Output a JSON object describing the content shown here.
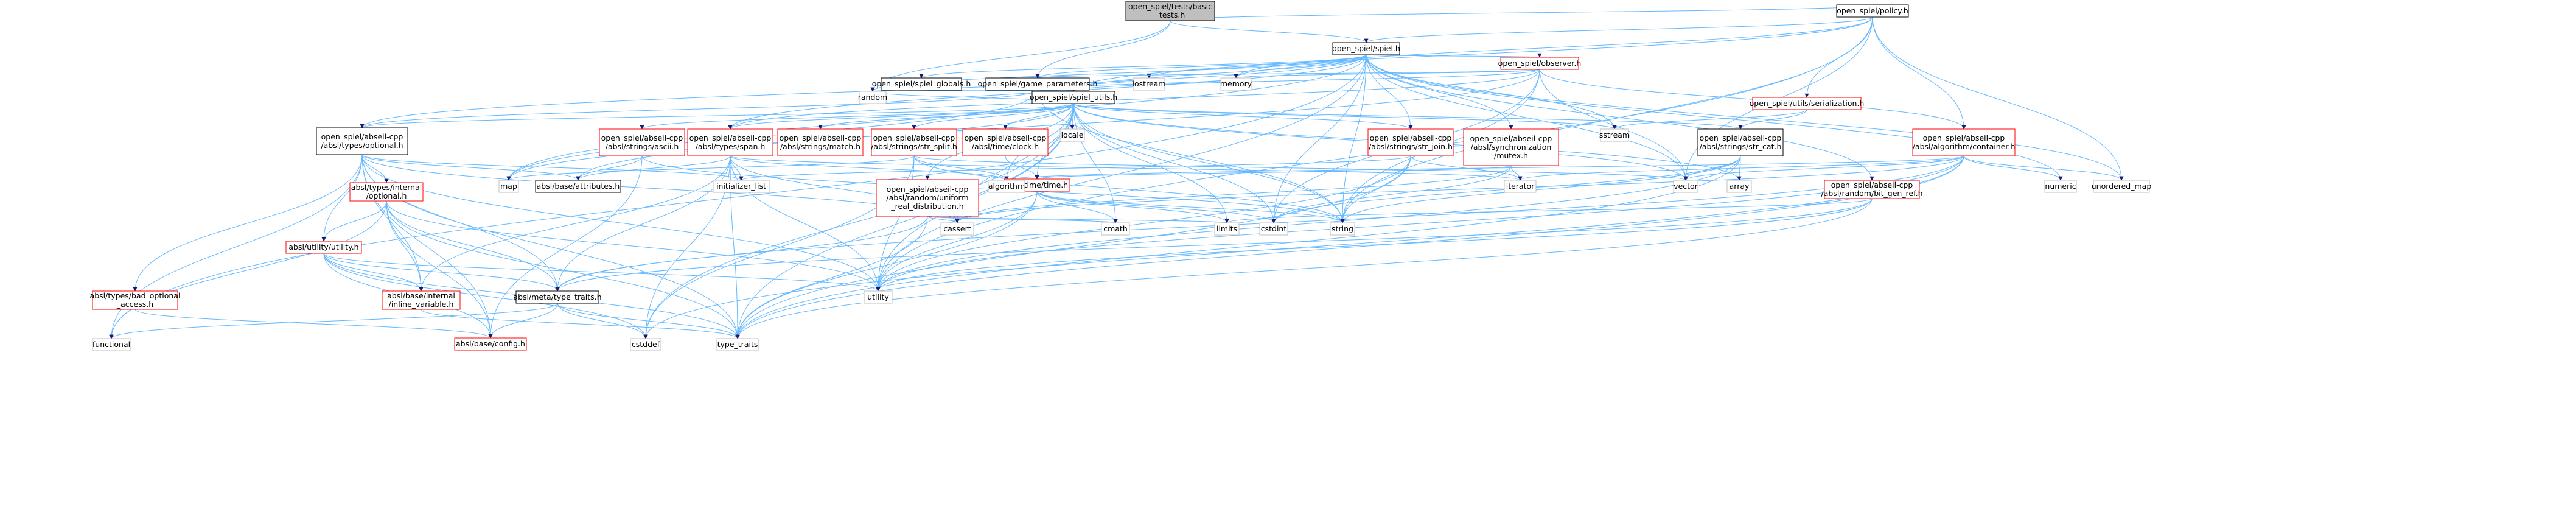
{
  "nodes": [
    {
      "id": "n0",
      "label": [
        "open_spiel/tests/basic",
        "_tests.h"
      ],
      "kind": "root"
    },
    {
      "id": "n1",
      "label": [
        "open_spiel/policy.h"
      ],
      "kind": "local"
    },
    {
      "id": "n2",
      "label": [
        "open_spiel/spiel.h"
      ],
      "kind": "local"
    },
    {
      "id": "n3",
      "label": [
        "open_spiel/observer.h"
      ],
      "kind": "red"
    },
    {
      "id": "n4",
      "label": [
        "open_spiel/game_parameters.h"
      ],
      "kind": "local"
    },
    {
      "id": "n5",
      "label": [
        "open_spiel/spiel_globals.h"
      ],
      "kind": "local"
    },
    {
      "id": "n6",
      "label": [
        "open_spiel/spiel_utils.h"
      ],
      "kind": "local"
    },
    {
      "id": "n7",
      "label": [
        "open_spiel/utils/serialization.h"
      ],
      "kind": "red"
    },
    {
      "id": "n8",
      "label": [
        "open_spiel/abseil-cpp",
        "/absl/algorithm/container.h"
      ],
      "kind": "red"
    },
    {
      "id": "n9",
      "label": [
        "open_spiel/abseil-cpp",
        "/absl/types/optional.h"
      ],
      "kind": "local"
    },
    {
      "id": "n10",
      "label": [
        "open_spiel/abseil-cpp",
        "/absl/strings/ascii.h"
      ],
      "kind": "red"
    },
    {
      "id": "n11",
      "label": [
        "open_spiel/abseil-cpp",
        "/absl/types/span.h"
      ],
      "kind": "red"
    },
    {
      "id": "n12",
      "label": [
        "open_spiel/abseil-cpp",
        "/absl/strings/match.h"
      ],
      "kind": "red"
    },
    {
      "id": "n13",
      "label": [
        "open_spiel/abseil-cpp",
        "/absl/strings/str_split.h"
      ],
      "kind": "red"
    },
    {
      "id": "n14",
      "label": [
        "open_spiel/abseil-cpp",
        "/absl/time/clock.h"
      ],
      "kind": "red"
    },
    {
      "id": "n15",
      "label": [
        "open_spiel/abseil-cpp",
        "/absl/strings/str_join.h"
      ],
      "kind": "red"
    },
    {
      "id": "n16",
      "label": [
        "open_spiel/abseil-cpp",
        "/absl/synchronization",
        "/mutex.h"
      ],
      "kind": "red"
    },
    {
      "id": "n17",
      "label": [
        "open_spiel/abseil-cpp",
        "/absl/strings/str_cat.h"
      ],
      "kind": "local"
    },
    {
      "id": "n18",
      "label": [
        "absl/types/internal",
        "/optional.h"
      ],
      "kind": "red"
    },
    {
      "id": "n19",
      "label": [
        "absl/base/attributes.h"
      ],
      "kind": "local"
    },
    {
      "id": "n20",
      "label": [
        "open_spiel/abseil-cpp",
        "/absl/random/uniform",
        "_real_distribution.h"
      ],
      "kind": "red"
    },
    {
      "id": "n21",
      "label": [
        "absl/time/time.h"
      ],
      "kind": "red"
    },
    {
      "id": "n22",
      "label": [
        "open_spiel/abseil-cpp",
        "/absl/random/bit_gen_ref.h"
      ],
      "kind": "red"
    },
    {
      "id": "n23",
      "label": [
        "absl/utility/utility.h"
      ],
      "kind": "red"
    },
    {
      "id": "n24",
      "label": [
        "absl/types/bad_optional",
        "_access.h"
      ],
      "kind": "red"
    },
    {
      "id": "n25",
      "label": [
        "absl/base/internal",
        "/inline_variable.h"
      ],
      "kind": "red"
    },
    {
      "id": "n26",
      "label": [
        "absl/meta/type_traits.h"
      ],
      "kind": "local"
    },
    {
      "id": "n27",
      "label": [
        "absl/base/config.h"
      ],
      "kind": "red"
    },
    {
      "id": "s_random",
      "label": [
        "random"
      ],
      "kind": "sys"
    },
    {
      "id": "s_memory",
      "label": [
        "memory"
      ],
      "kind": "sys"
    },
    {
      "id": "s_iostream",
      "label": [
        "iostream"
      ],
      "kind": "sys"
    },
    {
      "id": "s_locale",
      "label": [
        "locale"
      ],
      "kind": "sys"
    },
    {
      "id": "s_sstream",
      "label": [
        "sstream"
      ],
      "kind": "sys"
    },
    {
      "id": "s_array",
      "label": [
        "array"
      ],
      "kind": "sys"
    },
    {
      "id": "s_vector",
      "label": [
        "vector"
      ],
      "kind": "sys"
    },
    {
      "id": "s_iterator",
      "label": [
        "iterator"
      ],
      "kind": "sys"
    },
    {
      "id": "s_numeric",
      "label": [
        "numeric"
      ],
      "kind": "sys"
    },
    {
      "id": "s_unordered_map",
      "label": [
        "unordered_map"
      ],
      "kind": "sys"
    },
    {
      "id": "s_map",
      "label": [
        "map"
      ],
      "kind": "sys"
    },
    {
      "id": "s_initializer_list",
      "label": [
        "initializer_list"
      ],
      "kind": "sys"
    },
    {
      "id": "s_algorithm",
      "label": [
        "algorithm"
      ],
      "kind": "sys"
    },
    {
      "id": "s_cassert",
      "label": [
        "cassert"
      ],
      "kind": "sys"
    },
    {
      "id": "s_cmath",
      "label": [
        "cmath"
      ],
      "kind": "sys"
    },
    {
      "id": "s_limits",
      "label": [
        "limits"
      ],
      "kind": "sys"
    },
    {
      "id": "s_cstdint",
      "label": [
        "cstdint"
      ],
      "kind": "sys"
    },
    {
      "id": "s_string",
      "label": [
        "string"
      ],
      "kind": "sys"
    },
    {
      "id": "s_utility",
      "label": [
        "utility"
      ],
      "kind": "sys"
    },
    {
      "id": "s_functional",
      "label": [
        "functional"
      ],
      "kind": "sys"
    },
    {
      "id": "s_cstddef",
      "label": [
        "cstddef"
      ],
      "kind": "sys"
    },
    {
      "id": "s_type_traits",
      "label": [
        "type_traits"
      ],
      "kind": "sys"
    }
  ],
  "edges": [
    [
      "n0",
      "n1"
    ],
    [
      "n0",
      "n2"
    ],
    [
      "n0",
      "n4"
    ],
    [
      "n0",
      "s_random"
    ],
    [
      "n1",
      "n2"
    ],
    [
      "n1",
      "s_memory"
    ],
    [
      "n1",
      "s_unordered_map"
    ],
    [
      "n1",
      "s_string"
    ],
    [
      "n1",
      "s_utility"
    ],
    [
      "n1",
      "s_vector"
    ],
    [
      "n1",
      "n6"
    ],
    [
      "n1",
      "n7"
    ],
    [
      "n1",
      "n8"
    ],
    [
      "n2",
      "n3"
    ],
    [
      "n2",
      "n4"
    ],
    [
      "n2",
      "n5"
    ],
    [
      "n2",
      "n6"
    ],
    [
      "n2",
      "n9"
    ],
    [
      "n2",
      "n11"
    ],
    [
      "n2",
      "n15"
    ],
    [
      "n2",
      "n16"
    ],
    [
      "n2",
      "n22"
    ],
    [
      "n2",
      "s_random"
    ],
    [
      "n2",
      "s_memory"
    ],
    [
      "n2",
      "s_iostream"
    ],
    [
      "n2",
      "s_sstream"
    ],
    [
      "n2",
      "s_string"
    ],
    [
      "n2",
      "s_vector"
    ],
    [
      "n2",
      "s_unordered_map"
    ],
    [
      "n2",
      "s_map"
    ],
    [
      "n2",
      "s_functional"
    ],
    [
      "n2",
      "s_cstdint"
    ],
    [
      "n2",
      "s_numeric"
    ],
    [
      "n2",
      "s_utility"
    ],
    [
      "n3",
      "n4"
    ],
    [
      "n3",
      "n6"
    ],
    [
      "n3",
      "n8"
    ],
    [
      "n3",
      "n19"
    ],
    [
      "n3",
      "n11"
    ],
    [
      "n3",
      "s_memory"
    ],
    [
      "n3",
      "s_string"
    ],
    [
      "n3",
      "s_vector"
    ],
    [
      "n3",
      "s_cstdint"
    ],
    [
      "n4",
      "n6"
    ],
    [
      "n4",
      "n9"
    ],
    [
      "n4",
      "s_map"
    ],
    [
      "n4",
      "s_memory"
    ],
    [
      "n4",
      "s_iostream"
    ],
    [
      "n4",
      "s_string"
    ],
    [
      "n4",
      "s_random"
    ],
    [
      "n5",
      "n6"
    ],
    [
      "n6",
      "n9"
    ],
    [
      "n6",
      "n10"
    ],
    [
      "n6",
      "n11"
    ],
    [
      "n6",
      "n12"
    ],
    [
      "n6",
      "n13"
    ],
    [
      "n6",
      "n14"
    ],
    [
      "n6",
      "n15"
    ],
    [
      "n6",
      "n17"
    ],
    [
      "n6",
      "n20"
    ],
    [
      "n6",
      "n21"
    ],
    [
      "n6",
      "s_random"
    ],
    [
      "n6",
      "s_locale"
    ],
    [
      "n6",
      "s_sstream"
    ],
    [
      "n6",
      "s_array"
    ],
    [
      "n6",
      "s_vector"
    ],
    [
      "n6",
      "s_algorithm"
    ],
    [
      "n6",
      "s_cassert"
    ],
    [
      "n6",
      "s_cmath"
    ],
    [
      "n6",
      "s_limits"
    ],
    [
      "n6",
      "s_cstdint"
    ],
    [
      "n6",
      "s_string"
    ],
    [
      "n6",
      "s_utility"
    ],
    [
      "n6",
      "s_cstddef"
    ],
    [
      "n6",
      "s_type_traits"
    ],
    [
      "n6",
      "s_map"
    ],
    [
      "n7",
      "n17"
    ],
    [
      "n7",
      "s_sstream"
    ],
    [
      "n8",
      "s_algorithm"
    ],
    [
      "n8",
      "s_cassert"
    ],
    [
      "n8",
      "s_iterator"
    ],
    [
      "n8",
      "s_numeric"
    ],
    [
      "n8",
      "s_unordered_map"
    ],
    [
      "n8",
      "s_type_traits"
    ],
    [
      "n8",
      "s_utility"
    ],
    [
      "n8",
      "s_vector"
    ],
    [
      "n8",
      "s_cstddef"
    ],
    [
      "n8",
      "n26"
    ],
    [
      "n9",
      "n18"
    ],
    [
      "n9",
      "n19"
    ],
    [
      "n9",
      "n23"
    ],
    [
      "n9",
      "n24"
    ],
    [
      "n9",
      "n25"
    ],
    [
      "n9",
      "n26"
    ],
    [
      "n9",
      "n27"
    ],
    [
      "n9",
      "s_initializer_list"
    ],
    [
      "n9",
      "s_functional"
    ],
    [
      "n9",
      "s_type_traits"
    ],
    [
      "n9",
      "s_utility"
    ],
    [
      "n9",
      "s_cassert"
    ],
    [
      "n10",
      "n19"
    ],
    [
      "n10",
      "s_string"
    ],
    [
      "n10",
      "n27"
    ],
    [
      "n11",
      "n19"
    ],
    [
      "n11",
      "n26"
    ],
    [
      "n11",
      "s_algorithm"
    ],
    [
      "n11",
      "s_cassert"
    ],
    [
      "n11",
      "s_cstddef"
    ],
    [
      "n11",
      "s_initializer_list"
    ],
    [
      "n11",
      "s_iterator"
    ],
    [
      "n11",
      "s_type_traits"
    ],
    [
      "n11",
      "s_utility"
    ],
    [
      "n11",
      "n25"
    ],
    [
      "n13",
      "s_algorithm"
    ],
    [
      "n13",
      "s_map"
    ],
    [
      "n13",
      "s_string"
    ],
    [
      "n13",
      "s_utility"
    ],
    [
      "n13",
      "s_vector"
    ],
    [
      "n13",
      "s_cstddef"
    ],
    [
      "n14",
      "n21"
    ],
    [
      "n15",
      "s_iterator"
    ],
    [
      "n15",
      "s_string"
    ],
    [
      "n15",
      "s_type_traits"
    ],
    [
      "n15",
      "s_utility"
    ],
    [
      "n15",
      "s_initializer_list"
    ],
    [
      "n16",
      "s_iterator"
    ],
    [
      "n16",
      "n21"
    ],
    [
      "n16",
      "s_cstdint"
    ],
    [
      "n16",
      "s_cassert"
    ],
    [
      "n17",
      "s_array"
    ],
    [
      "n17",
      "s_vector"
    ],
    [
      "n17",
      "s_string"
    ],
    [
      "n17",
      "s_cstdint"
    ],
    [
      "n17",
      "s_type_traits"
    ],
    [
      "n17",
      "s_utility"
    ],
    [
      "n18",
      "n23"
    ],
    [
      "n18",
      "n25"
    ],
    [
      "n18",
      "n26"
    ],
    [
      "n18",
      "s_functional"
    ],
    [
      "n18",
      "s_type_traits"
    ],
    [
      "n18",
      "s_utility"
    ],
    [
      "n18",
      "n27"
    ],
    [
      "n20",
      "s_cassert"
    ],
    [
      "n20",
      "s_cmath"
    ],
    [
      "n20",
      "s_limits"
    ],
    [
      "n20",
      "s_type_traits"
    ],
    [
      "n20",
      "n26"
    ],
    [
      "n21",
      "s_cmath"
    ],
    [
      "n21",
      "s_limits"
    ],
    [
      "n21",
      "s_cstdint"
    ],
    [
      "n21",
      "s_string"
    ],
    [
      "n21",
      "s_type_traits"
    ],
    [
      "n21",
      "s_utility"
    ],
    [
      "n22",
      "s_limits"
    ],
    [
      "n22",
      "s_type_traits"
    ],
    [
      "n22",
      "s_utility"
    ],
    [
      "n22",
      "n26"
    ],
    [
      "n23",
      "s_cstddef"
    ],
    [
      "n23",
      "s_type_traits"
    ],
    [
      "n23",
      "s_utility"
    ],
    [
      "n23",
      "n25"
    ],
    [
      "n23",
      "n26"
    ],
    [
      "n23",
      "n27"
    ],
    [
      "n24",
      "n27"
    ],
    [
      "n25",
      "s_type_traits"
    ],
    [
      "n26",
      "s_cstddef"
    ],
    [
      "n26",
      "s_functional"
    ],
    [
      "n26",
      "s_type_traits"
    ],
    [
      "n26",
      "n27"
    ]
  ],
  "colors": {
    "root_fill": "#bfbfbf",
    "root_stroke": "#000000",
    "local_stroke": "#000000",
    "red_stroke": "#ff0000",
    "sys_stroke": "#bfbfbf",
    "edge": "#63b8ff",
    "text": "#000000"
  }
}
